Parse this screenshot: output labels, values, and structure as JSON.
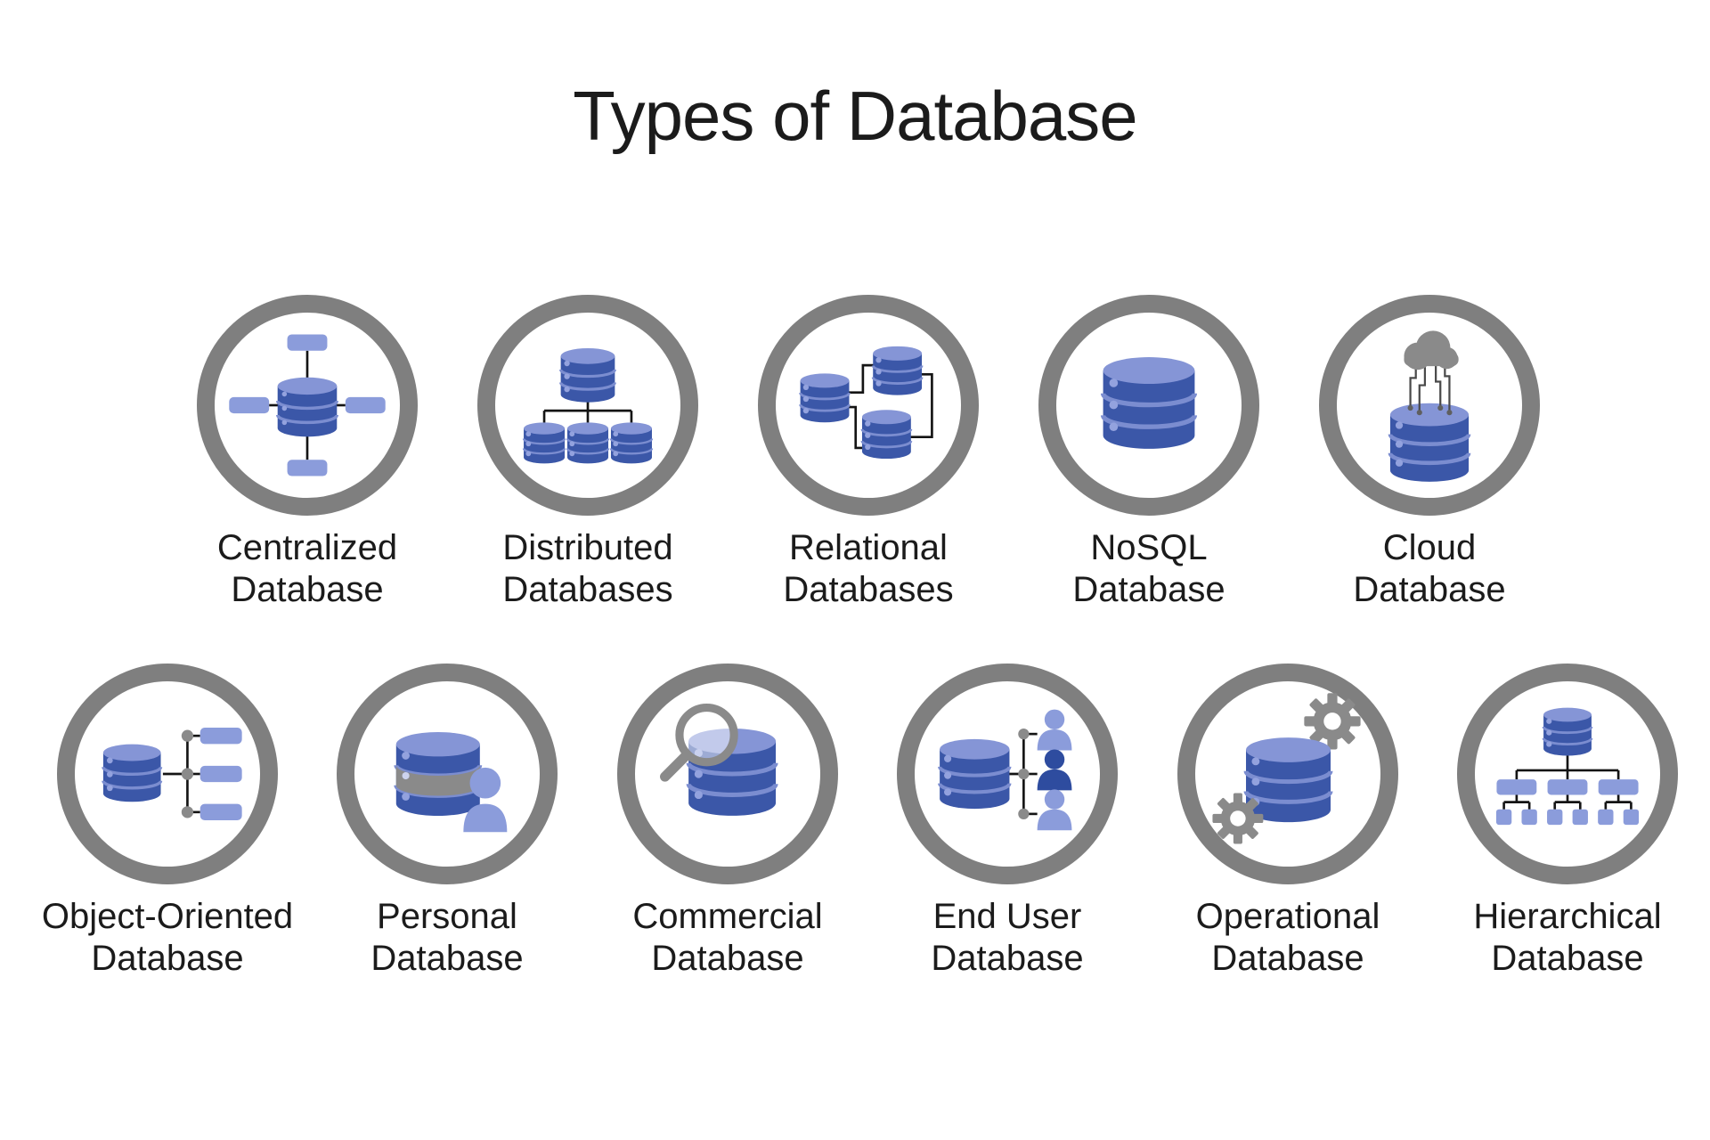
{
  "title": "Types of Database",
  "colors": {
    "ring_gray": "#7f7f7f",
    "db_blue": "#3B57A8",
    "db_top_blue": "#8595D6",
    "accent_light_blue": "#8B9CDB",
    "dark_blue": "#2E4C9F",
    "icon_gray": "#8a8a8a",
    "line_black": "#141414",
    "text_color": "#1b1b1b",
    "background": "#ffffff"
  },
  "rows": [
    {
      "items": [
        {
          "icon": "centralized-database-icon",
          "lines": [
            "Centralized",
            "Database"
          ]
        },
        {
          "icon": "distributed-databases-icon",
          "lines": [
            "Distributed",
            "Databases"
          ]
        },
        {
          "icon": "relational-databases-icon",
          "lines": [
            "Relational",
            "Databases"
          ]
        },
        {
          "icon": "nosql-database-icon",
          "lines": [
            "NoSQL",
            "Database"
          ]
        },
        {
          "icon": "cloud-database-icon",
          "lines": [
            "Cloud",
            "Database"
          ]
        }
      ]
    },
    {
      "items": [
        {
          "icon": "object-oriented-database-icon",
          "lines": [
            "Object-Oriented",
            "Database"
          ]
        },
        {
          "icon": "personal-database-icon",
          "lines": [
            "Personal",
            "Database"
          ]
        },
        {
          "icon": "commercial-database-icon",
          "lines": [
            "Commercial",
            "Database"
          ]
        },
        {
          "icon": "end-user-database-icon",
          "lines": [
            "End User",
            "Database"
          ]
        },
        {
          "icon": "operational-database-icon",
          "lines": [
            "Operational",
            "Database"
          ]
        },
        {
          "icon": "hierarchical-database-icon",
          "lines": [
            "Hierarchical",
            "Database"
          ]
        }
      ]
    }
  ]
}
